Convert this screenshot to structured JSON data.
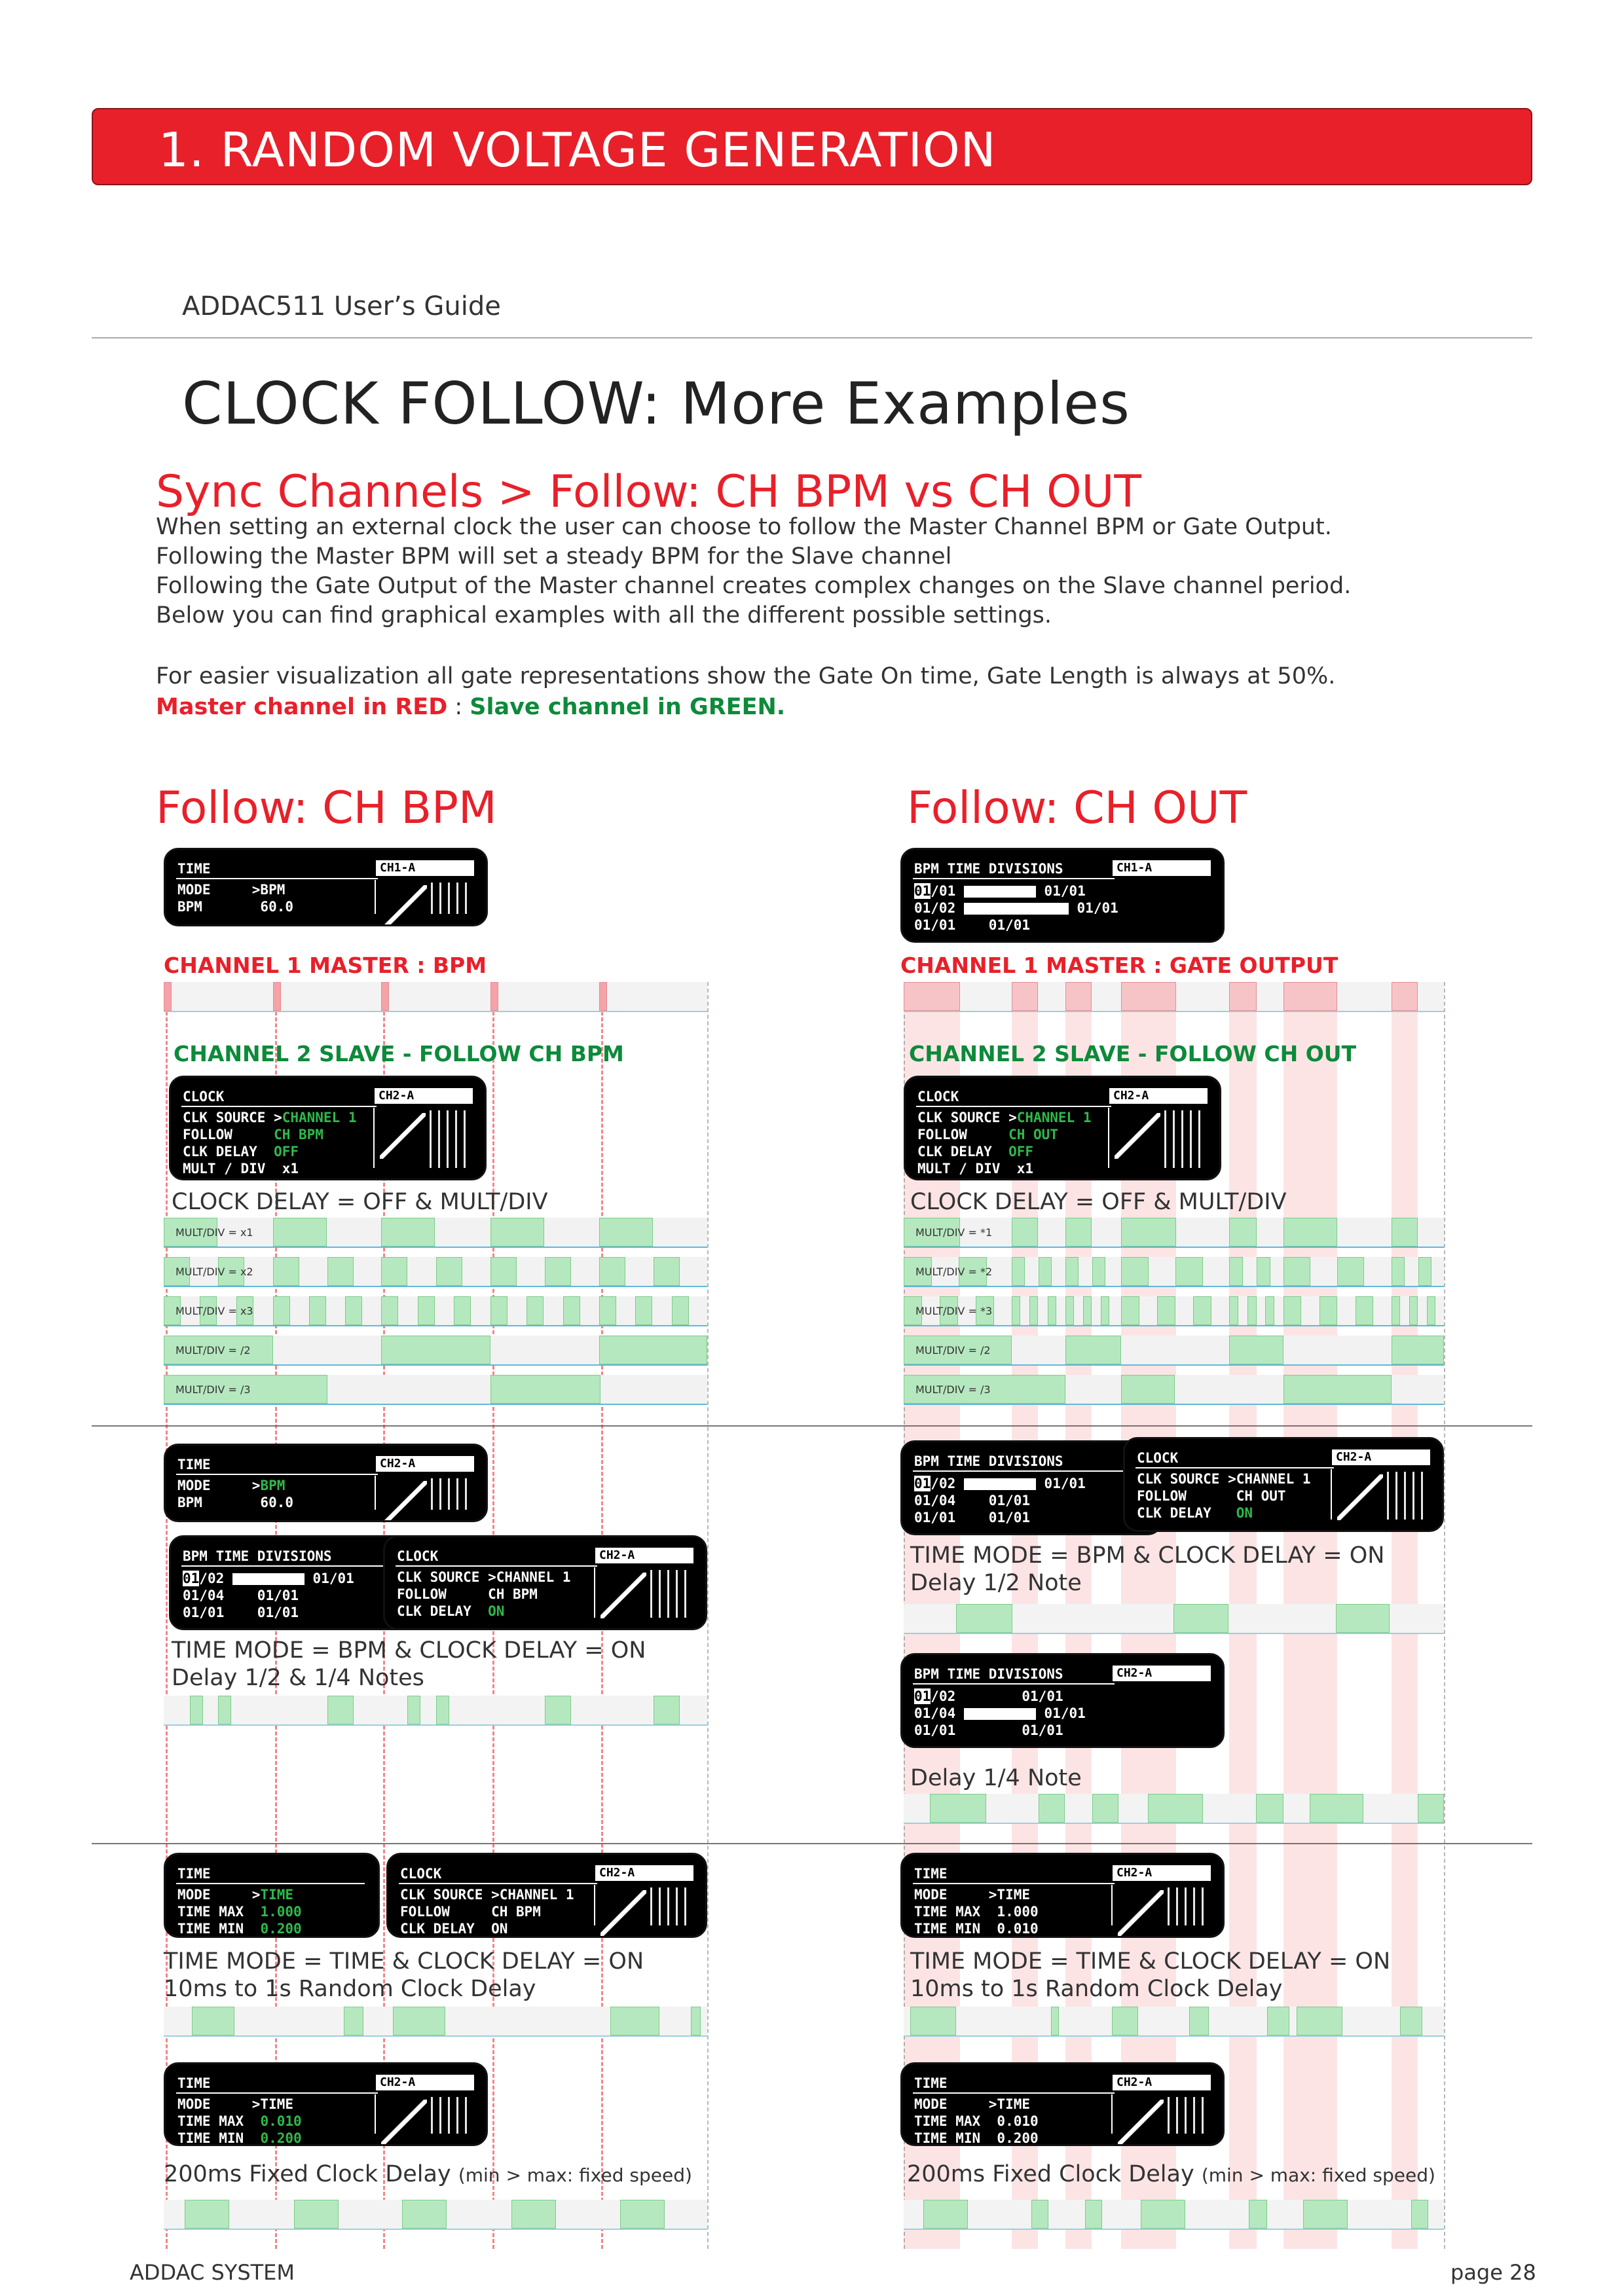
{
  "banner": {
    "title": "1. RANDOM VOLTAGE GENERATION",
    "color": "#e8202a"
  },
  "guide": "ADDAC511 User’s Guide",
  "page_title": "CLOCK FOLLOW: More Examples",
  "subtitle": "Sync Channels > Follow: CH BPM vs CH OUT",
  "intro": [
    "When setting an external clock the user can choose to follow the Master Channel BPM or Gate Output.",
    "Following the Master BPM will set a steady BPM for the Slave channel",
    "Following the Gate Output of the Master channel creates complex changes on the Slave channel period.",
    "Below you can find graphical examples with all the different possible settings.",
    "For easier visualization all gate representations show the Gate On time, Gate Length is always at 50%."
  ],
  "legend": {
    "red": "Master channel in RED",
    "sep": " : ",
    "green": "Slave channel in GREEN.",
    "red_color": "#e8202a",
    "green_color": "#0d8a3a"
  },
  "left": {
    "title": "Follow: CH BPM",
    "master_label": "CHANNEL 1 MASTER : BPM",
    "slave_label": "CHANNEL 2 SLAVE - FOLLOW CH BPM",
    "screen_time1": {
      "head": "TIME",
      "tag": "CH1-A",
      "l1": "MODE     >BPM",
      "l2": "BPM       60.0",
      "knob": "12"
    },
    "screen_clock1": {
      "head": "CLOCK",
      "tag": "CH2-A",
      "l1a": "CLK SOURCE >",
      "l1b": "CHANNEL 1",
      "l2a": "FOLLOW     ",
      "l2b": "CH BPM",
      "l3a": "CLK DELAY  ",
      "l3b": "OFF",
      "l4": "MULT / DIV  x1"
    },
    "delay_off_label": "CLOCK DELAY = OFF & MULT/DIV",
    "mult_labels": [
      "MULT/DIV = x1",
      "MULT/DIV = x2",
      "MULT/DIV = x3",
      "MULT/DIV = /2",
      "MULT/DIV = /3"
    ],
    "screen_time2": {
      "head": "TIME",
      "tag": "CH2-A",
      "l1a": "MODE     >",
      "l1b": "BPM",
      "l2": "BPM       60.0",
      "knob": "12"
    },
    "screen_div2": {
      "head": "BPM TIME DIVISIONS",
      "r1a": "01",
      "r1b": "/02",
      "r1c": "01/01",
      "r2": "01/04",
      "r2c": "01/01",
      "r3": "01/01",
      "r3c": "01/01"
    },
    "screen_clock2": {
      "head": "CLOCK",
      "tag": "CH2-A",
      "l1": "CLK SOURCE >CHANNEL 1",
      "l2": "FOLLOW     CH BPM",
      "l3a": "CLK DELAY  ",
      "l3b": "ON"
    },
    "bpm_delay_label_1": "TIME MODE = BPM & CLOCK DELAY = ON",
    "bpm_delay_label_2": "Delay 1/2 & 1/4 Notes",
    "screen_time3": {
      "head": "TIME",
      "tag": "",
      "l1a": "MODE     >",
      "l1b": "TIME",
      "l2a": "TIME MAX  ",
      "l2b": "1.000",
      "l3a": "TIME MIN  ",
      "l3b": "0.200"
    },
    "screen_clock3": {
      "head": "CLOCK",
      "tag": "CH2-A",
      "l1": "CLK SOURCE >CHANNEL 1",
      "l2": "FOLLOW     CH BPM",
      "l3": "CLK DELAY  ON"
    },
    "time_delay_label_1": "TIME MODE = TIME & CLOCK DELAY = ON",
    "time_delay_label_2": "10ms to 1s Random Clock Delay",
    "screen_time4": {
      "head": "TIME",
      "tag": "CH2-A",
      "l1": "MODE     >TIME",
      "l2a": "TIME MAX  ",
      "l2b": "0.010",
      "l3a": "TIME MIN  ",
      "l3b": "0.200"
    },
    "fixed_label": "200ms Fixed Clock Delay",
    "fixed_small": "(min > max: fixed speed)"
  },
  "right": {
    "title": "Follow: CH OUT",
    "master_label": "CHANNEL 1 MASTER : GATE OUTPUT",
    "slave_label": "CHANNEL 2 SLAVE - FOLLOW CH OUT",
    "screen_div1": {
      "head": "BPM TIME DIVISIONS",
      "tag": "CH1-A",
      "r1a": "01",
      "r1b": "/01",
      "r1c": "01/01",
      "r2": "01/02",
      "r2c": "01/01",
      "r3": "01/01",
      "r3c": "01/01"
    },
    "screen_clock1": {
      "head": "CLOCK",
      "tag": "CH2-A",
      "l1a": "CLK SOURCE >",
      "l1b": "CHANNEL 1",
      "l2a": "FOLLOW     ",
      "l2b": "CH OUT",
      "l3a": "CLK DELAY  ",
      "l3b": "OFF",
      "l4": "MULT / DIV  x1"
    },
    "delay_off_label": "CLOCK DELAY = OFF & MULT/DIV",
    "mult_labels": [
      "MULT/DIV = *1",
      "MULT/DIV = *2",
      "MULT/DIV = *3",
      "MULT/DIV = /2",
      "MULT/DIV = /3"
    ],
    "screen_div2": {
      "head": "BPM TIME DIVISIONS",
      "r1a": "01",
      "r1b": "/02",
      "r1c": "01/01",
      "r2": "01/04",
      "r2c": "01/01",
      "r3": "01/01",
      "r3c": "01/01"
    },
    "screen_clock2": {
      "head": "CLOCK",
      "tag": "CH2-A",
      "l1": "CLK SOURCE >CHANNEL 1",
      "l2": "FOLLOW      CH OUT",
      "l3a": "CLK DELAY   ",
      "l3b": "ON"
    },
    "bpm_delay_label_1": "TIME MODE = BPM & CLOCK DELAY = ON",
    "bpm_delay_label_2": "Delay 1/2 Note",
    "screen_div3": {
      "head": "BPM TIME DIVISIONS",
      "tag": "CH2-A",
      "r1a": "01",
      "r1b": "/02",
      "r1c": "01/01",
      "r2": "01/04",
      "r2c": "01/01",
      "r3": "01/01",
      "r3c": "01/01"
    },
    "delay_quarter_label": "Delay  1/4 Note",
    "screen_time3": {
      "head": "TIME",
      "tag": "CH2-A",
      "l1": "MODE     >TIME",
      "l2": "TIME MAX  1.000",
      "l3": "TIME MIN  0.010"
    },
    "time_delay_label_1": "TIME MODE = TIME  & CLOCK DELAY = ON",
    "time_delay_label_2": "10ms to 1s Random Clock Delay",
    "screen_time4": {
      "head": "TIME",
      "tag": "CH2-A",
      "l1": "MODE     >TIME",
      "l2": "TIME MAX  0.010",
      "l3": "TIME MIN  0.200"
    },
    "fixed_label": "200ms Fixed Clock Delay",
    "fixed_small": "(min > max: fixed speed)"
  },
  "footer": {
    "left": "ADDAC SYSTEM",
    "right": "page 28"
  }
}
